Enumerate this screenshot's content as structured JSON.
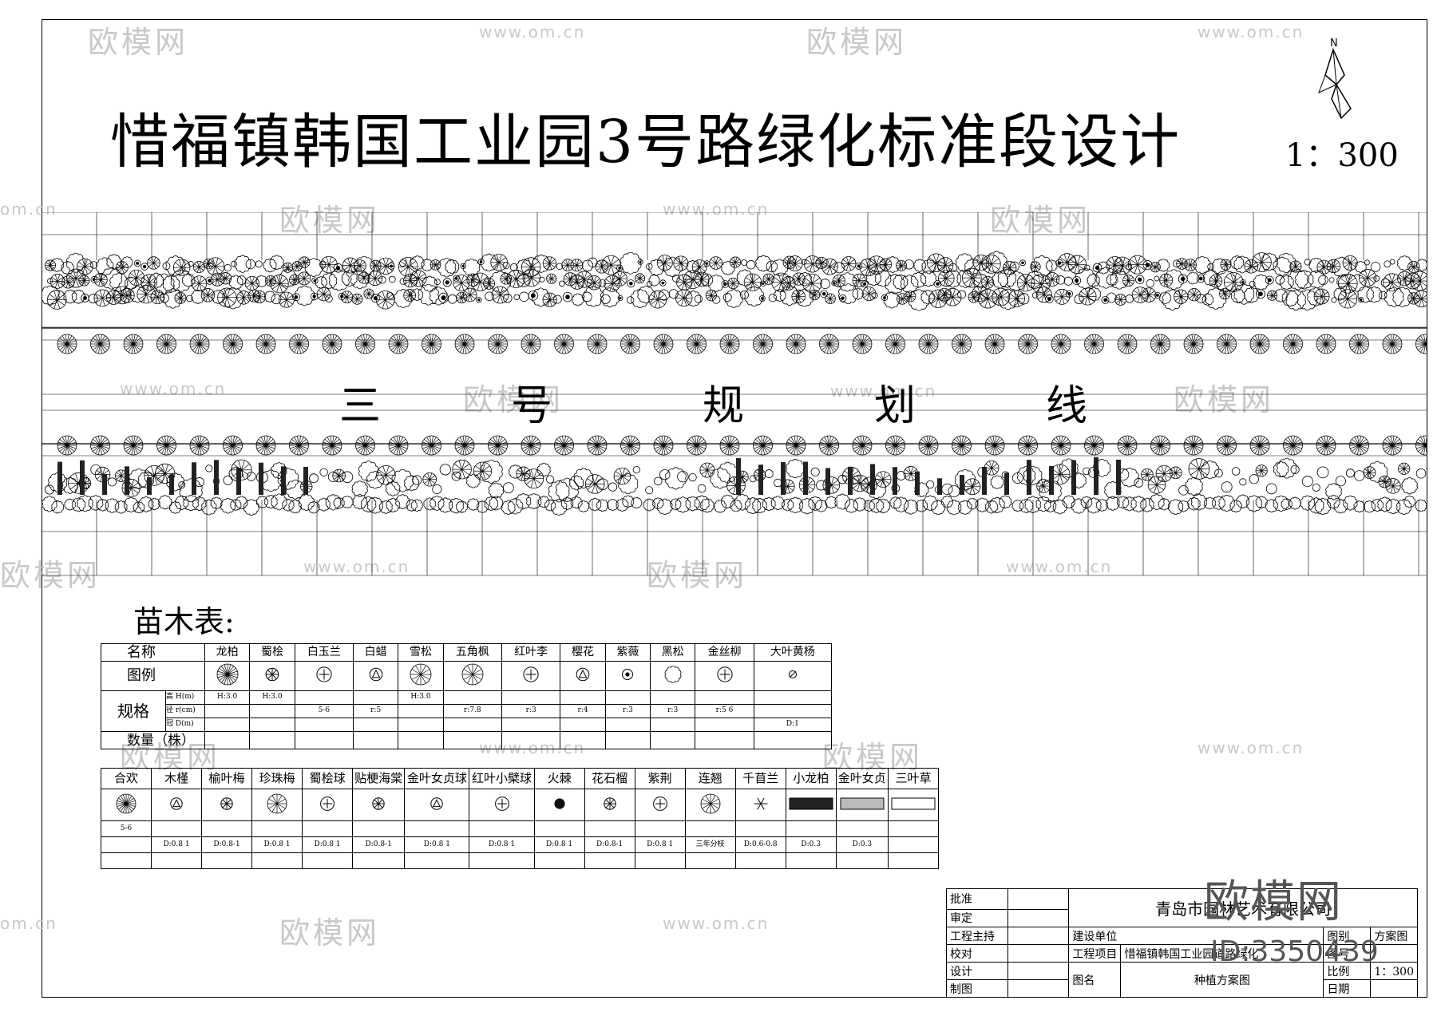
{
  "title": "惜福镇韩国工业园3号路绿化标准段设计",
  "scale": "1：300",
  "north_label": "N",
  "road_label": [
    "三",
    "号",
    "规",
    "划",
    "线"
  ],
  "nursery_title": "苗木表:",
  "table1": {
    "row_labels": {
      "name": "名称",
      "legend": "图例",
      "spec": "规格",
      "height": "高 H(m)",
      "crown": "径 r(cm)",
      "width": "冠 D(m)",
      "qty": "数量（株）"
    },
    "plants": [
      {
        "name": "龙柏",
        "height": "H:3.0",
        "crown": "",
        "width": ""
      },
      {
        "name": "蜀桧",
        "height": "H:3.0",
        "crown": "",
        "width": ""
      },
      {
        "name": "白玉兰",
        "height": "",
        "crown": "5-6",
        "width": ""
      },
      {
        "name": "白蜡",
        "height": "",
        "crown": "r:5",
        "width": ""
      },
      {
        "name": "雪松",
        "height": "H:3.0",
        "crown": "",
        "width": ""
      },
      {
        "name": "五角枫",
        "height": "",
        "crown": "r:7.8",
        "width": ""
      },
      {
        "name": "红叶李",
        "height": "",
        "crown": "r:3",
        "width": ""
      },
      {
        "name": "樱花",
        "height": "",
        "crown": "r:4",
        "width": ""
      },
      {
        "name": "紫薇",
        "height": "",
        "crown": "r:3",
        "width": ""
      },
      {
        "name": "黑松",
        "height": "",
        "crown": "r:3",
        "width": ""
      },
      {
        "name": "金丝柳",
        "height": "",
        "crown": "r:5 6",
        "width": ""
      },
      {
        "name": "大叶黄杨",
        "height": "",
        "crown": "",
        "width": "D:1"
      }
    ]
  },
  "table2": {
    "plants": [
      {
        "name": "合欢",
        "spec1": "5-6",
        "spec2": ""
      },
      {
        "name": "木槿",
        "spec1": "",
        "spec2": "D:0.8 1"
      },
      {
        "name": "榆叶梅",
        "spec1": "",
        "spec2": "D:0.8-1"
      },
      {
        "name": "珍珠梅",
        "spec1": "",
        "spec2": "D:0.8 1"
      },
      {
        "name": "蜀桧球",
        "spec1": "",
        "spec2": "D:0.8 1"
      },
      {
        "name": "贴梗海棠",
        "spec1": "",
        "spec2": "D:0.8-1"
      },
      {
        "name": "金叶女贞球",
        "spec1": "",
        "spec2": "D:0.8 1"
      },
      {
        "name": "红叶小檗球",
        "spec1": "",
        "spec2": "D:0.8 1"
      },
      {
        "name": "火棘",
        "spec1": "",
        "spec2": "D:0.8 1"
      },
      {
        "name": "花石榴",
        "spec1": "",
        "spec2": "D:0.8-1"
      },
      {
        "name": "紫荆",
        "spec1": "",
        "spec2": "D:0.8 1"
      },
      {
        "name": "连翘",
        "spec1": "",
        "spec2": "三年分枝"
      },
      {
        "name": "千苜兰",
        "spec1": "",
        "spec2": "D:0.6-0.8"
      },
      {
        "name": "小龙柏",
        "spec1": "",
        "spec2": "D:0.3"
      },
      {
        "name": "金叶女贞",
        "spec1": "",
        "spec2": "D:0.3"
      },
      {
        "name": "三叶草",
        "spec1": "",
        "spec2": ""
      }
    ]
  },
  "title_block": {
    "approve": "批准",
    "review": "审定",
    "lead": "工程主持",
    "check": "校对",
    "design": "设计",
    "draw": "制图",
    "company": "青岛市园林艺术有限公司",
    "client_label": "建设单位",
    "project_label": "工程项目",
    "project": "惜福镇韩国工业园道路绿化",
    "drawing_name_label": "图名",
    "drawing_name": "种植方案图",
    "category_label": "图别",
    "category": "方案图",
    "number_label": "图号",
    "scale_label": "比例",
    "scale": "1：300",
    "date_label": "日期"
  },
  "watermarks": {
    "brand": "欧模网",
    "url": "www.om.cn",
    "short_url": "om.cn",
    "id": "ID:3350439"
  }
}
